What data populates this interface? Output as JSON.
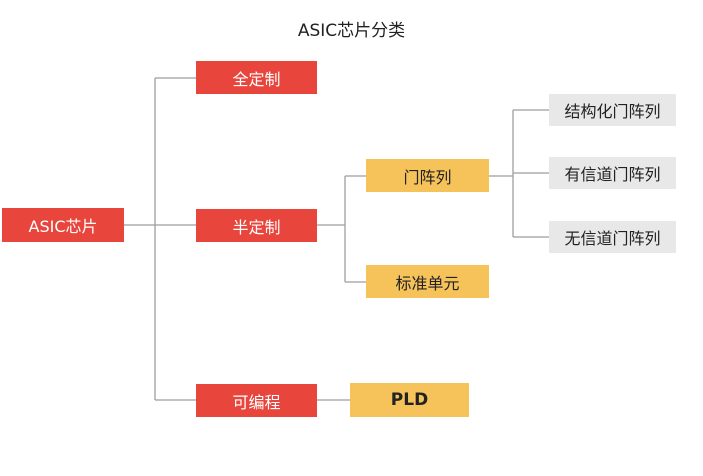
{
  "title": "ASIC芯片分类",
  "root": {
    "label": "ASIC芯片"
  },
  "level1": [
    {
      "label": "全定制"
    },
    {
      "label": "半定制"
    },
    {
      "label": "可编程"
    }
  ],
  "level2": [
    {
      "label": "门阵列"
    },
    {
      "label": "标准单元"
    },
    {
      "label": "PLD"
    }
  ],
  "level3": [
    {
      "label": "结构化门阵列"
    },
    {
      "label": "有信道门阵列"
    },
    {
      "label": "无信道门阵列"
    }
  ],
  "colors": {
    "red": "#e8453c",
    "yellow": "#f6c25a",
    "gray": "#e8e8e8",
    "line": "#9e9e9e"
  }
}
